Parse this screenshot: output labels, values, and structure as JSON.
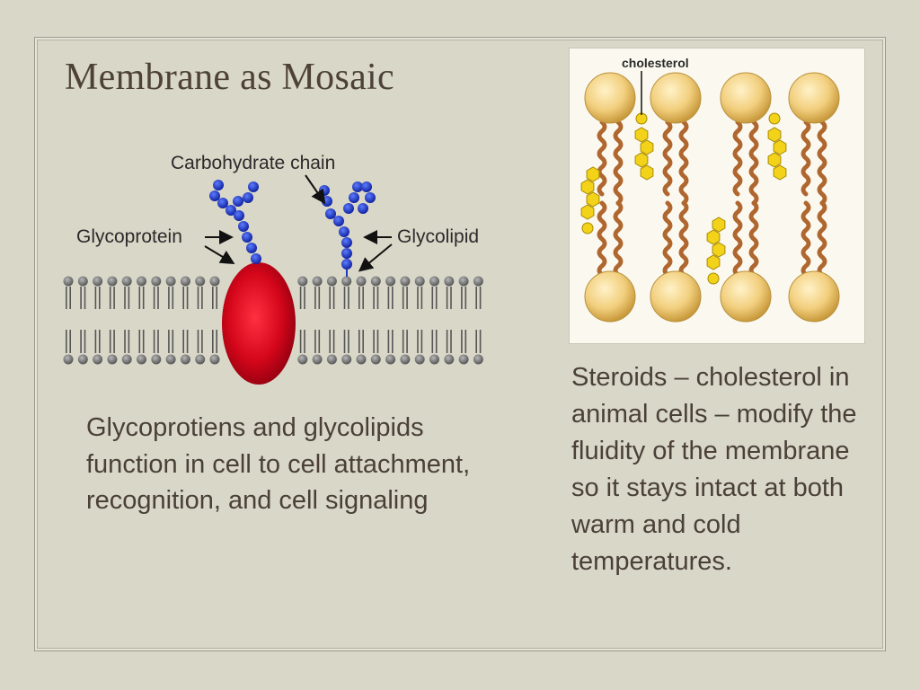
{
  "slide": {
    "title": "Membrane as Mosaic",
    "body_left": "Glycoprotiens and glycolipids function in cell to cell attachment, recognition, and cell signaling",
    "body_right": "Steroids – cholesterol in animal cells – modify the fluidity of the membrane so it stays intact at both warm and cold temperatures."
  },
  "figure_membrane": {
    "labels": {
      "carbohydrate_chain": "Carbohydrate chain",
      "glycoprotein": "Glycoprotein",
      "glycolipid": "Glycolipid"
    },
    "colors": {
      "protein": "#d4061a",
      "sugar": "#1f3cc6",
      "lipid_head": "#7a7a7a"
    }
  },
  "figure_cholesterol": {
    "labels": {
      "cholesterol": "cholesterol"
    },
    "colors": {
      "head": "#f2cf7e",
      "tail": "#cf8a4e",
      "steroid": "#f3d21a"
    }
  }
}
